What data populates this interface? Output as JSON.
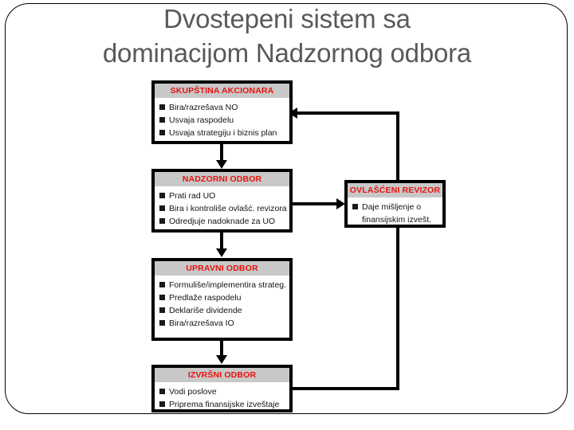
{
  "slide": {
    "title_line1": "Dvostepeni sistem sa",
    "title_line2": "dominacijom Nadzornog odbora",
    "title_color": "#595959",
    "header_fill": "#c8c8c8",
    "header_text_color": "#e8120e",
    "body_text_color": "#141414",
    "border_color": "#000000"
  },
  "boxes": {
    "skupstina": {
      "header": "SKUPŠTINA AKCIONARA",
      "bullets": [
        "Bira/razrešava NO",
        "Usvaja raspodelu",
        "Usvaja strategiju i biznis plan"
      ]
    },
    "nadzorni": {
      "header": "NADZORNI ODBOR",
      "bullets": [
        "Prati rad UO",
        "Bira i kontroliše ovlašć. revizora",
        "Odredjuje nadoknade za UO"
      ]
    },
    "upravni": {
      "header": "UPRAVNI ODBOR",
      "bullets": [
        "Formuliše/implementira strateg.",
        "Predlaže raspodelu",
        "Deklariše dividende",
        "Bira/razrešava IO"
      ]
    },
    "izvrsni": {
      "header": "IZVRŠNI ODBOR",
      "bullets": [
        "Vodi poslove",
        "Priprema finansijske izveštaje"
      ]
    },
    "revizor": {
      "header": "OVLAŠĆENI REVIZOR",
      "bullet_line1": "Daje mišljenje o",
      "bullet_line2": "finansijskim izvešt."
    }
  }
}
